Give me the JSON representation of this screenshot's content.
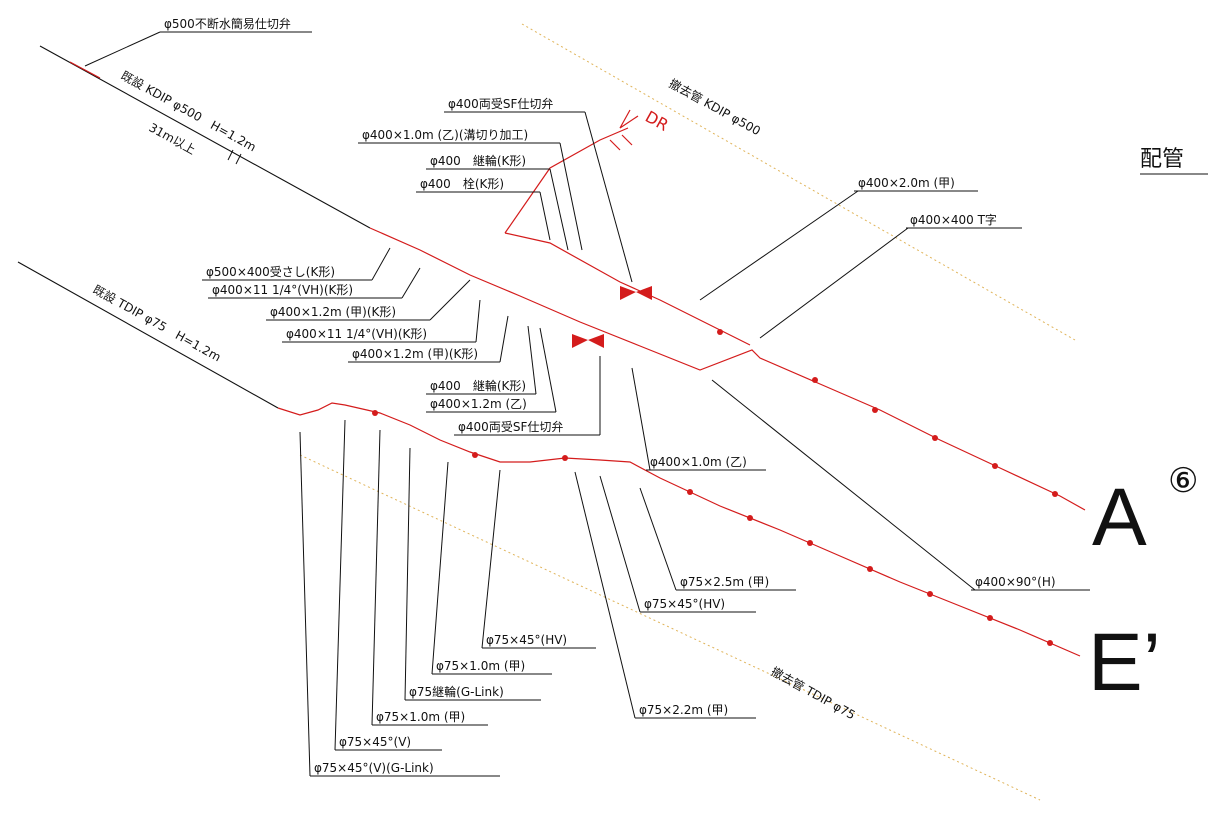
{
  "title_fragment": "配管",
  "line_markers": {
    "a": "A",
    "a_sup": "⑥",
    "e": "E’"
  },
  "pipe_labels": {
    "existing_kdip": "既設 KDIP φ500　H=1.2m",
    "length_note": "31m以上",
    "removed_kdip": "撤去管 KDIP φ500",
    "dr": "DR",
    "existing_tdip": "既設 TDIP φ75　H=1.2m",
    "removed_tdip": "撤去管 TDIP φ75"
  },
  "callouts": [
    "φ500不断水簡易仕切弁",
    "φ400両受SF仕切弁",
    "φ400×1.0m (乙)(溝切り加工)",
    "φ400　継輪(K形)",
    "φ400　栓(K形)",
    "φ400×2.0m (甲)",
    "φ400×400 T字",
    "φ500×400受さし(K形)",
    "φ400×11 1/4°(VH)(K形)",
    "φ400×1.2m (甲)(K形)",
    "φ400×11 1/4°(VH)(K形)",
    "φ400×1.2m (甲)(K形)",
    "φ400　継輪(K形)",
    "φ400×1.2m (乙)",
    "φ400両受SF仕切弁",
    "φ400×1.0m (乙)",
    "φ400×90°(H)",
    "φ75×2.5m (甲)",
    "φ75×45°(HV)",
    "φ75×45°(HV)",
    "φ75×1.0m (甲)",
    "φ75継輪(G-Link)",
    "φ75×1.0m (甲)",
    "φ75×45°(V)",
    "φ75×45°(V)(G-Link)",
    "φ75×2.2m (甲)"
  ]
}
